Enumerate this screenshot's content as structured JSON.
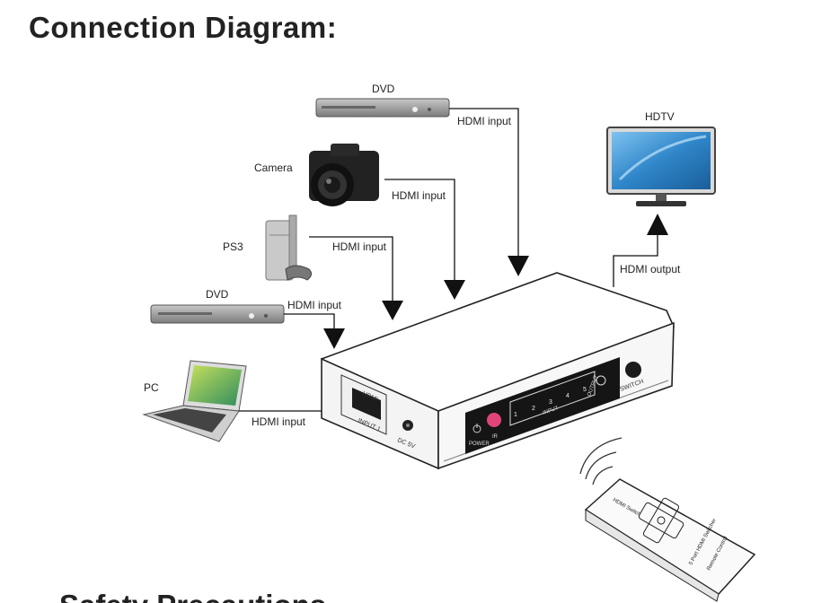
{
  "title": "Connection Diagram:",
  "next_heading": "Safety Precautions",
  "devices": {
    "dvd_top": "DVD",
    "camera": "Camera",
    "ps3": "PS3",
    "dvd_left": "DVD",
    "pc": "PC",
    "hdtv": "HDTV"
  },
  "connections": {
    "dvd_top": "HDMI input",
    "camera": "HDMI input",
    "ps3": "HDMI input",
    "dvd_left": "HDMI input",
    "pc": "HDMI input",
    "hdtv": "HDMI output"
  },
  "switch_labels": {
    "hdmi": "HDMI",
    "input1": "INPUT 1",
    "dc": "DC 5V",
    "power": "POWER",
    "ir": "IR",
    "inputs": "INPUT",
    "output": "OUTPUT",
    "switch": "SWITCH",
    "ports": [
      "1",
      "2",
      "3",
      "4",
      "5"
    ]
  },
  "remote_labels": {
    "top": "HDMI Switch",
    "bottom1": "5 Port HDMI Switcher",
    "bottom2": "Remote Control"
  },
  "colors": {
    "device_gray": "#9a9a9a",
    "arrow": "#111111",
    "tv_screen": "#3b8fd0"
  }
}
